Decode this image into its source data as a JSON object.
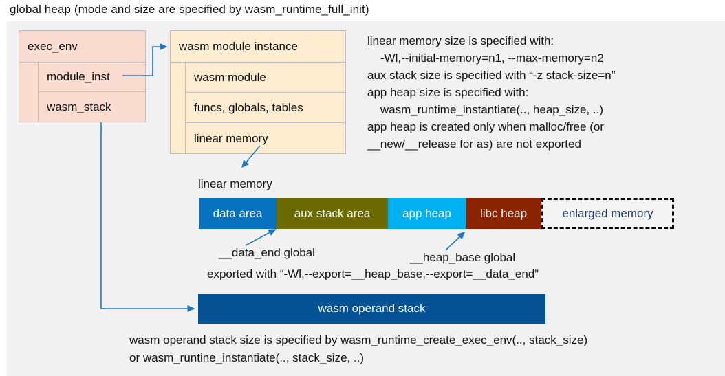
{
  "title": "global heap (mode and size are specified by wasm_runtime_full_init)",
  "colors": {
    "panel_bg": "#f1f1f1",
    "exec_env_fill": "#fadcd1",
    "module_inst_fill": "#fdeccf",
    "connector": "#1f77c4",
    "data_area": "#0671bd",
    "aux_stack_area": "#6b6b00",
    "app_heap": "#00b0f0",
    "libc_heap": "#8b2500",
    "enlarged_memory_fill": "#f4f4f4",
    "enlarged_memory_text": "#17375e",
    "operand_stack": "#055394"
  },
  "exec_env": {
    "header": "exec_env",
    "rows": [
      "module_inst",
      "wasm_stack"
    ]
  },
  "module_instance": {
    "header": "wasm module instance",
    "rows": [
      "wasm module",
      "funcs, globals, tables",
      "linear memory"
    ]
  },
  "notes": "linear memory size is specified with:\n    -Wl,--initial-memory=n1, --max-memory=n2\naux stack size is specified with “-z stack-size=n”\napp heap size is specified with:\n    wasm_runtime_instantiate(.., heap_size, ..)\napp heap is created only when malloc/free (or\n__new/__release for as) are not exported",
  "linear_memory": {
    "label": "linear memory",
    "segments": [
      {
        "label": "data area",
        "color": "#0671bd",
        "width": 113,
        "style": "solid"
      },
      {
        "label": "aux stack area",
        "color": "#6b6b00",
        "width": 162,
        "style": "solid"
      },
      {
        "label": "app heap",
        "color": "#00b0f0",
        "width": 113,
        "style": "solid"
      },
      {
        "label": "libc heap",
        "color": "#8b2500",
        "width": 110,
        "style": "solid"
      },
      {
        "label": "enlarged memory",
        "color": "#f4f4f4",
        "width": 193,
        "style": "dashed"
      }
    ]
  },
  "annotations": {
    "data_end": "__data_end global",
    "heap_base": "__heap_base global",
    "exported_with": "exported with “-Wl,--export=__heap_base,--export=__data_end”"
  },
  "operand_stack": {
    "label": "wasm operand stack"
  },
  "bottom_note": "wasm operand stack size is specified by wasm_runtime_create_exec_env(.., stack_size)\nor wasm_runtine_instantiate(.., stack_size, ..)"
}
